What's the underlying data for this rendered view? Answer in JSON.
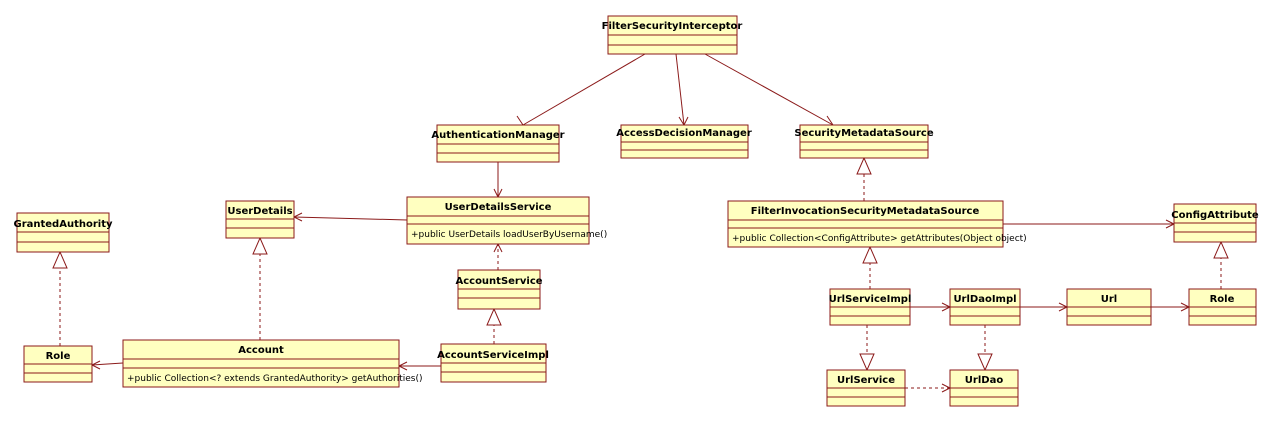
{
  "classes": {
    "filter_security_interceptor": {
      "name": "FilterSecurityInterceptor"
    },
    "authentication_manager": {
      "name": "AuthenticationManager"
    },
    "access_decision_manager": {
      "name": "AccessDecisionManager"
    },
    "security_metadata_source": {
      "name": "SecurityMetadataSource"
    },
    "user_details_service": {
      "name": "UserDetailsService",
      "op": "+public UserDetails loadUserByUsername()"
    },
    "user_details": {
      "name": "UserDetails"
    },
    "granted_authority": {
      "name": "GrantedAuthority"
    },
    "account_service": {
      "name": "AccountService"
    },
    "account_service_impl": {
      "name": "AccountServiceImpl"
    },
    "account": {
      "name": "Account",
      "op": "+public Collection<? extends GrantedAuthority> getAuthorities()"
    },
    "role_left": {
      "name": "Role"
    },
    "filter_invocation_security_metadata_source": {
      "name": "FilterInvocationSecurityMetadataSource",
      "op": "+public Collection<ConfigAttribute> getAttributes(Object object)"
    },
    "config_attribute": {
      "name": "ConfigAttribute"
    },
    "url_service_impl": {
      "name": "UrlServiceImpl"
    },
    "url_dao_impl": {
      "name": "UrlDaoImpl"
    },
    "url": {
      "name": "Url"
    },
    "role_right": {
      "name": "Role"
    },
    "url_service": {
      "name": "UrlService"
    },
    "url_dao": {
      "name": "UrlDao"
    }
  },
  "colors": {
    "box_fill": "#ffffc0",
    "line": "#8b1a1a"
  }
}
